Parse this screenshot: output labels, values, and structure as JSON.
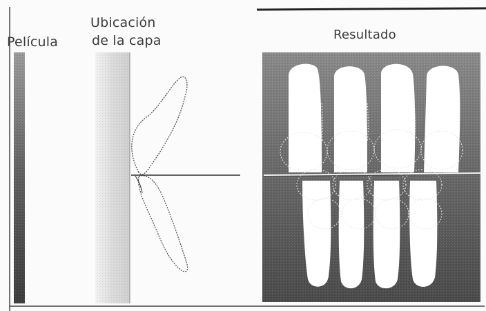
{
  "labels": {
    "film": "Película",
    "layer_line1": "Ubicación",
    "layer_line2": "de la capa",
    "result": "Resultado"
  },
  "colors": {
    "film_dark": "#4a4a4a",
    "result_background": "#6b6b6b",
    "tooth": "#ffffff",
    "ink": "#333333"
  }
}
